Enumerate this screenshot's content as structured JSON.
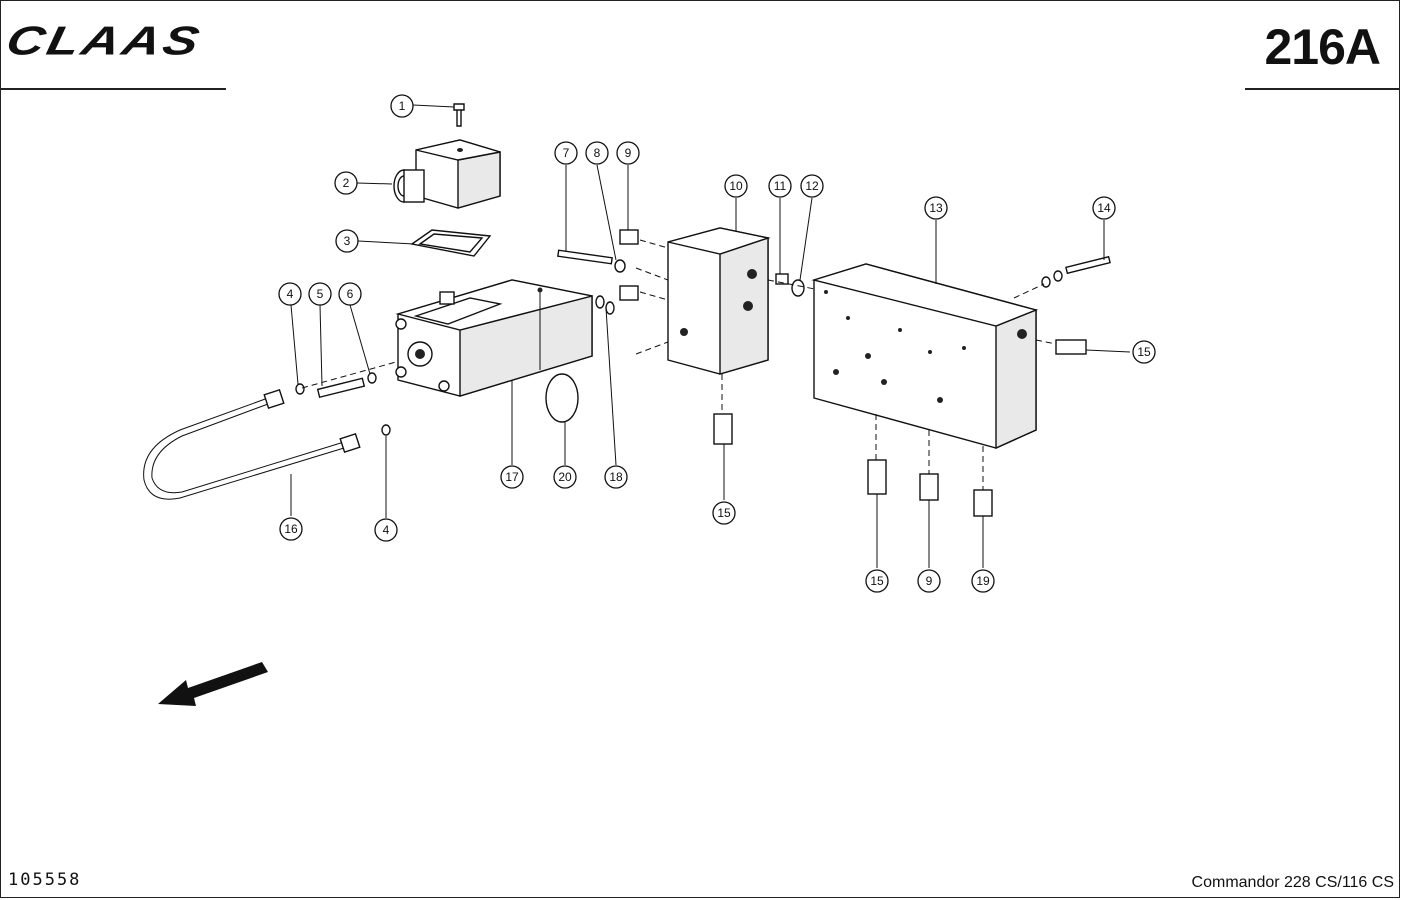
{
  "header": {
    "brand": "CLAAS",
    "page_code": "216A"
  },
  "footer": {
    "document_number": "105558",
    "model": "Commandor 228 CS/116 CS"
  },
  "callouts": [
    "1",
    "2",
    "3",
    "4",
    "5",
    "6",
    "4",
    "7",
    "8",
    "9",
    "10",
    "11",
    "12",
    "13",
    "14",
    "15",
    "15",
    "15",
    "9",
    "19",
    "16",
    "17",
    "20",
    "18"
  ],
  "icons": {
    "direction_arrow": "arrow-travel-direction-icon"
  }
}
